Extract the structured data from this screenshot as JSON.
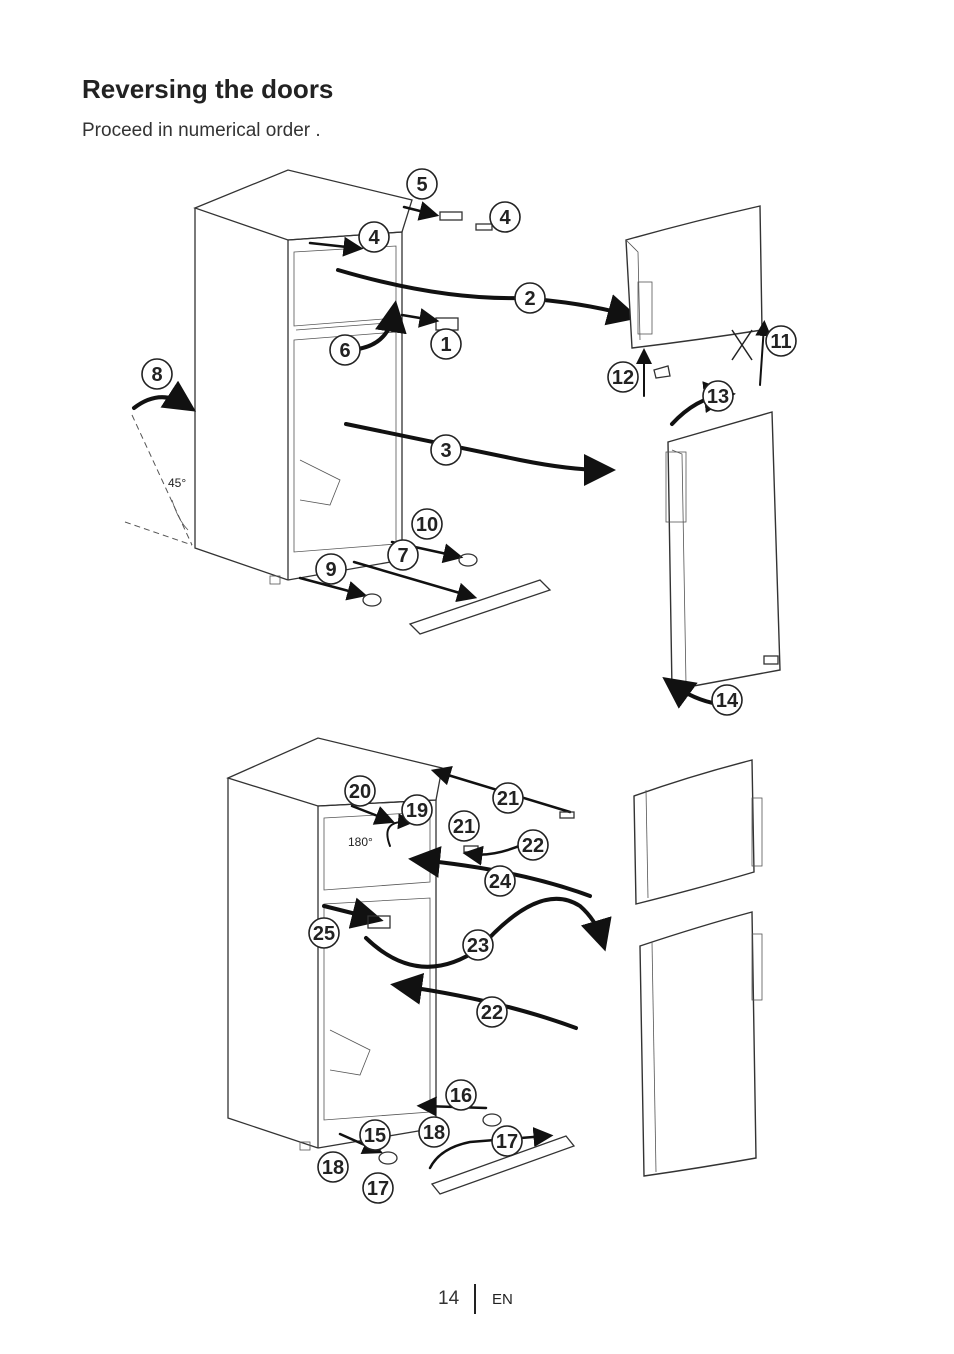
{
  "heading": "Reversing the doors",
  "instruction": "Proceed in numerical order .",
  "figure_top": {
    "steps": [
      "5",
      "4",
      "4",
      "2",
      "6",
      "1",
      "8",
      "11",
      "12",
      "13",
      "3",
      "10",
      "7",
      "9",
      "14"
    ],
    "angle_label": "45°"
  },
  "figure_bottom": {
    "steps": [
      "20",
      "21",
      "19",
      "21",
      "22",
      "24",
      "25",
      "23",
      "22",
      "16",
      "15",
      "18",
      "17",
      "18",
      "17"
    ],
    "rotation_label": "180°"
  },
  "footer": {
    "page_number": "14",
    "language": "EN"
  }
}
